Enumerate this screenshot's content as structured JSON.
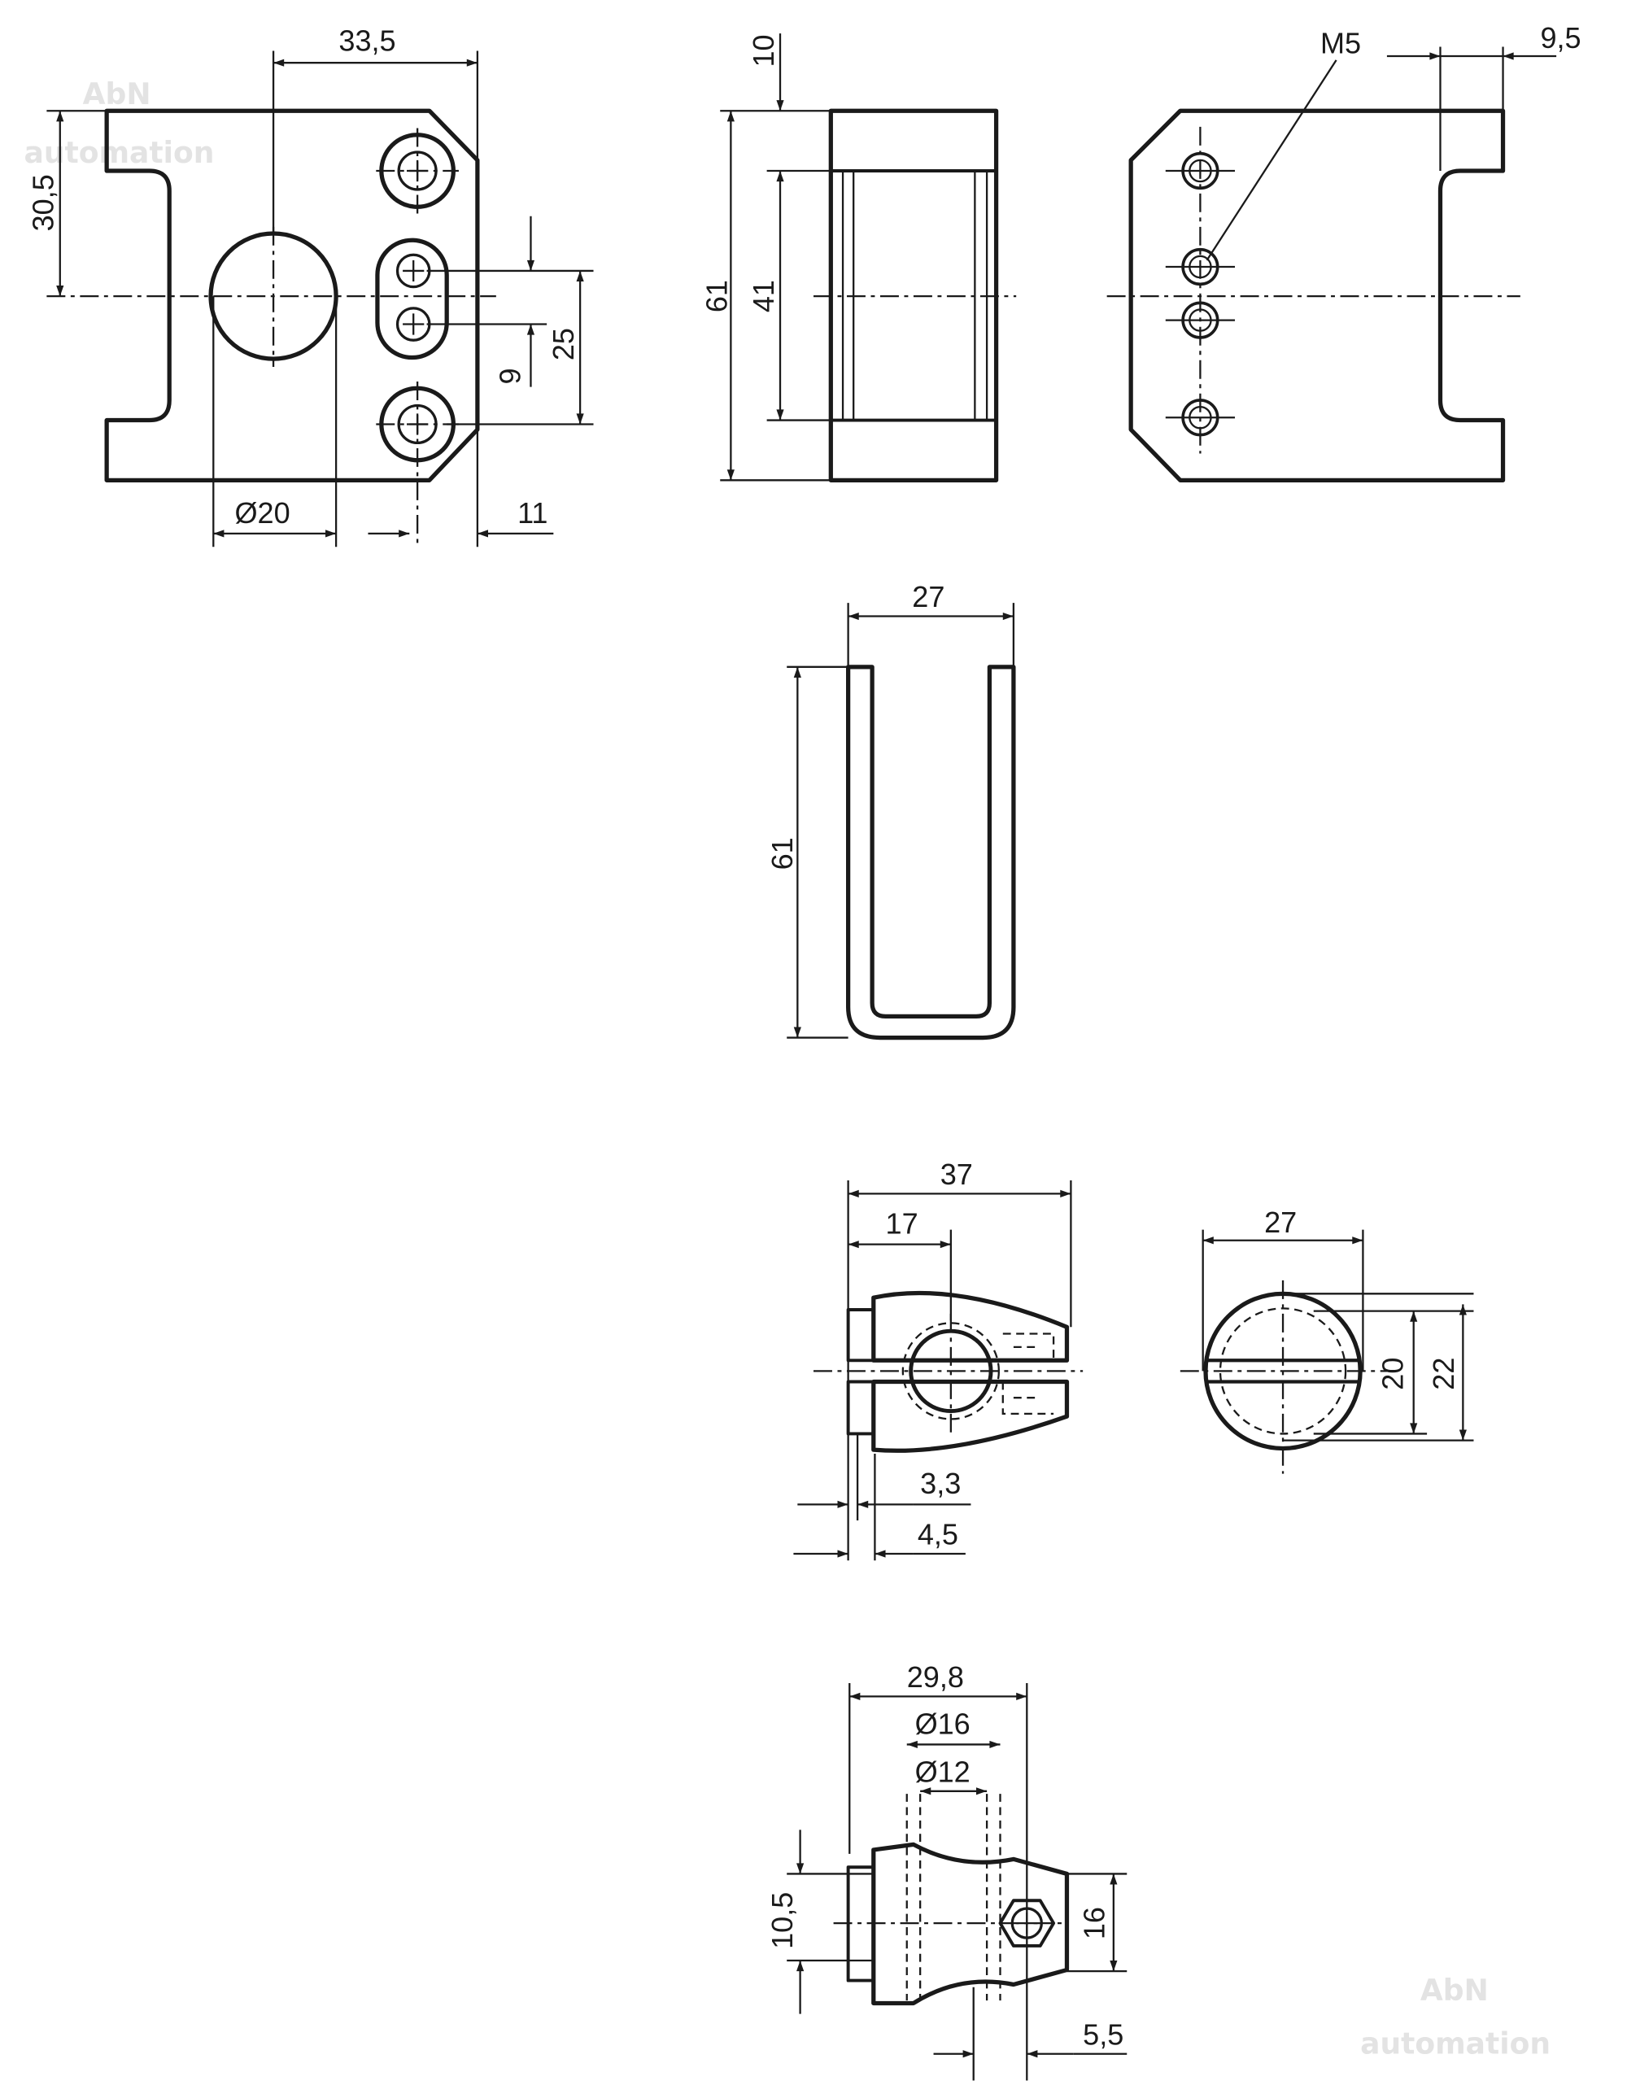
{
  "watermark": {
    "line1": "AbN",
    "line2": "automation"
  },
  "view_front": {
    "width": "33,5",
    "height": "30,5",
    "bore": "Ø20",
    "slot_pitch": "9",
    "hole_offset": "25",
    "edge": "11"
  },
  "view_side": {
    "top": "10",
    "total": "61",
    "inner": "41"
  },
  "view_back": {
    "thread": "M5",
    "flange": "9,5"
  },
  "view_u": {
    "width": "27",
    "height": "61"
  },
  "view_clamp_side": {
    "length": "37",
    "center": "17",
    "t1": "3,3",
    "t2": "4,5"
  },
  "view_clamp_end": {
    "width": "27",
    "d1": "20",
    "d2": "22"
  },
  "view_clamp_top": {
    "length": "29,8",
    "d16": "Ø16",
    "d12": "Ø12",
    "h": "10,5",
    "w": "16",
    "nut": "5,5"
  }
}
